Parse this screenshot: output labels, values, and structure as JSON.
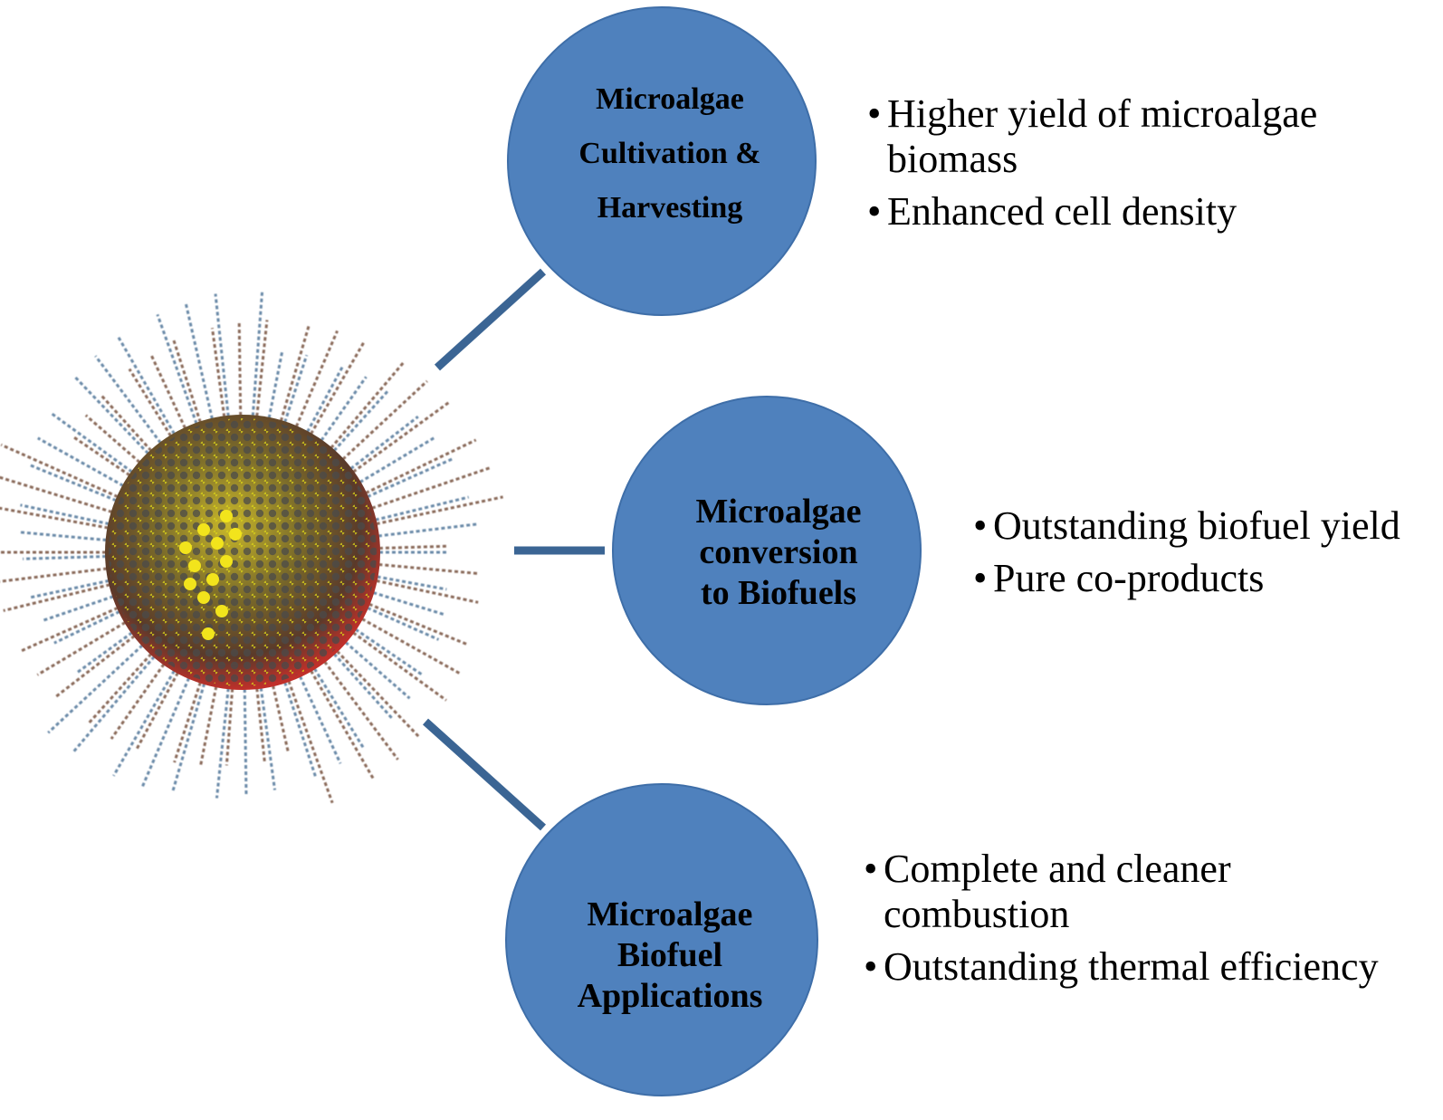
{
  "colors": {
    "node_fill": "#4f81bd",
    "node_stroke": "#3e6ea8",
    "connector": "#3b6594",
    "text": "#000000"
  },
  "nanoparticle": {
    "icon": "nanoparticle-molecular-cluster"
  },
  "nodes": [
    {
      "label_lines": [
        "Microalgae",
        "Cultivation &",
        "Harvesting"
      ],
      "bullets": [
        "Higher yield of microalgae biomass",
        "Enhanced cell density"
      ]
    },
    {
      "label_lines": [
        "Microalgae",
        "conversion",
        "to Biofuels"
      ],
      "bullets": [
        "Outstanding biofuel yield",
        "Pure co-products"
      ]
    },
    {
      "label_lines": [
        "Microalgae",
        "Biofuel",
        "Applications"
      ],
      "bullets": [
        "Complete and cleaner combustion",
        "Outstanding thermal efficiency"
      ]
    }
  ],
  "bullet_symbol": "•"
}
